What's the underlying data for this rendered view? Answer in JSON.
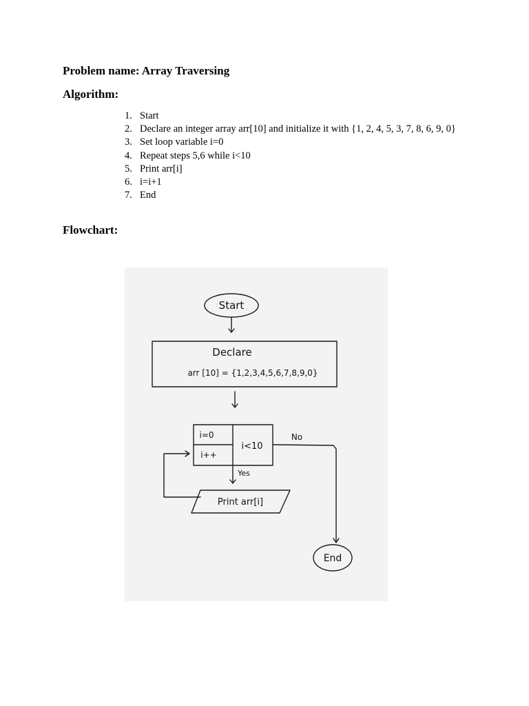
{
  "document": {
    "title": "Problem name: Array Traversing",
    "algorithm_heading": "Algorithm:",
    "steps": [
      {
        "num": "1.",
        "text": "Start"
      },
      {
        "num": "2.",
        "text": "Declare an integer array arr[10] and initialize it with {1, 2, 4, 5, 3, 7, 8, 6, 9, 0}"
      },
      {
        "num": "3.",
        "text": "Set loop variable i=0"
      },
      {
        "num": "4.",
        "text": "Repeat steps 5,6 while i<10"
      },
      {
        "num": "5.",
        "text": "Print arr[i]"
      },
      {
        "num": "6.",
        "text": "i=i+1"
      },
      {
        "num": "7.",
        "text": "End"
      }
    ],
    "flowchart_heading": "Flowchart:"
  },
  "flowchart": {
    "start_label": "Start",
    "declare_label": "Declare",
    "declare_value": "arr [10] = {1,2,3,4,5,6,7,8,9,0}",
    "init_label": "i=0",
    "increment_label": "i++",
    "condition_label": "i<10",
    "no_label": "No",
    "yes_label": "Yes",
    "print_label": "Print arr[i]",
    "end_label": "End"
  }
}
